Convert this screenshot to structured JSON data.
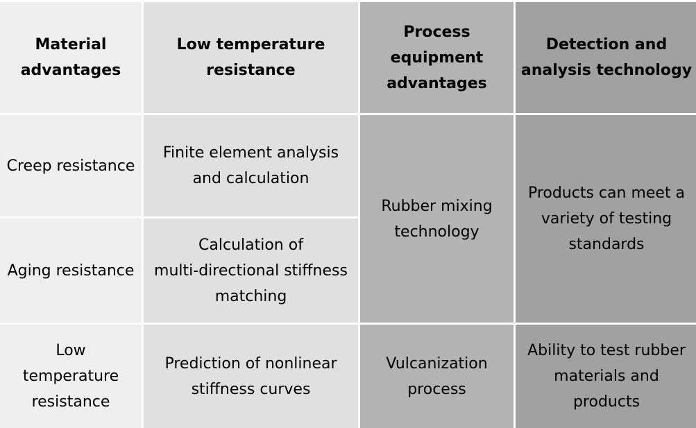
{
  "table": {
    "headers": [
      "Material\nadvantages",
      "Low temperature\nresistance",
      "Process\nequipment\nadvantages",
      "Detection and\nanalysis technology"
    ],
    "col1": [
      "Creep resistance",
      "Aging resistance",
      "Low\ntemperature\nresistance"
    ],
    "col2": [
      "Finite element analysis\nand calculation",
      "Calculation of\nmulti-directional stiffness\nmatching",
      "Prediction of nonlinear\nstiffness curves"
    ],
    "col3": [
      "Rubber mixing\ntechnology",
      "Vulcanization\nprocess"
    ],
    "col4": [
      "Products can meet a\nvariety of testing\nstandards",
      "Ability to test rubber\nmaterials and\nproducts"
    ]
  },
  "colors": {
    "col1_bg": "#efefef",
    "col2_bg": "#e0e0e0",
    "col3_bg": "#b3b3b3",
    "col4_bg": "#a1a1a1",
    "grid_lines": "#ffffff"
  }
}
